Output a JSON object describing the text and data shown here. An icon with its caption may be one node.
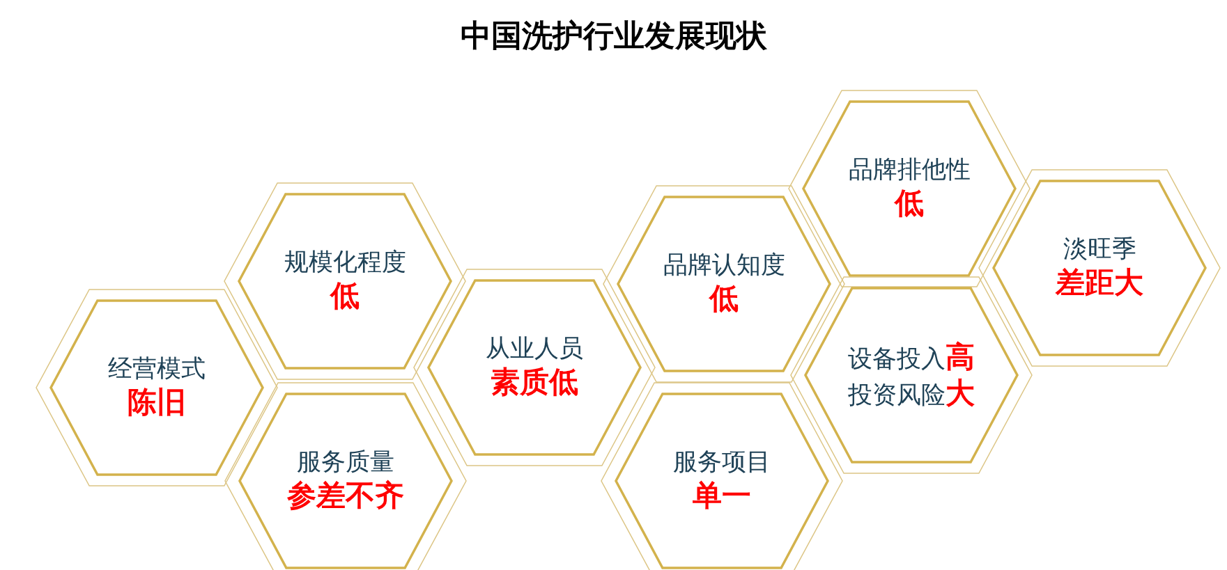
{
  "diagram": {
    "title": "中国洗护行业发展现状",
    "nodes": [
      {
        "text": [
          "经营模式",
          "陈旧"
        ]
      },
      {
        "text": [
          "规模化程度",
          "低"
        ]
      },
      {
        "text": [
          "服务质量",
          "参差不齐"
        ]
      },
      {
        "text": [
          "从业人员",
          "素质低"
        ]
      },
      {
        "text": [
          "品牌认知度",
          "低"
        ]
      },
      {
        "text": [
          "服务项目",
          "单一"
        ]
      },
      {
        "text": [
          "品牌排他性",
          "低"
        ]
      },
      {
        "text": [
          "设备投入**高**",
          "投资风险**大**"
        ]
      },
      {
        "text": [
          "淡旺季",
          "差距大"
        ]
      }
    ]
  }
}
